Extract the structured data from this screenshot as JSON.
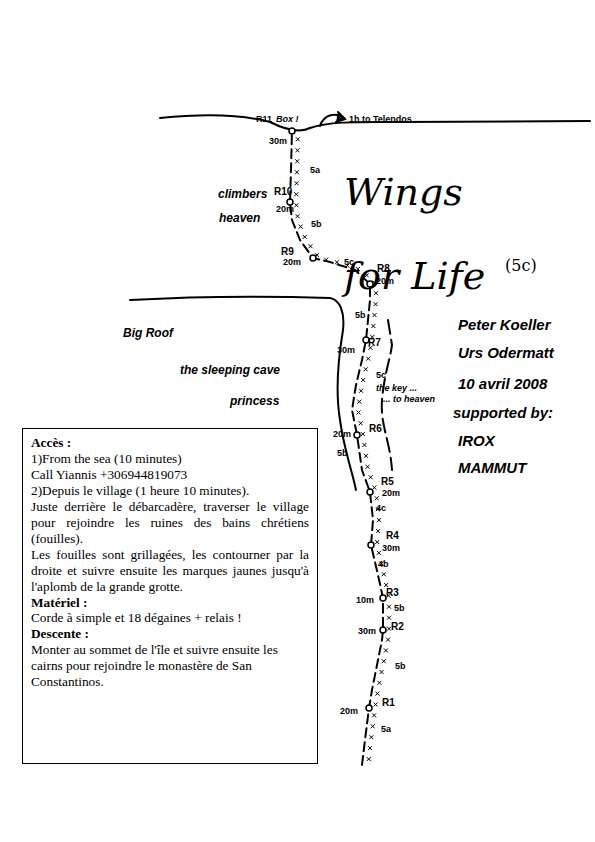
{
  "diagram": {
    "title": "Wings for Life",
    "nodes": [
      {
        "text": [
          "Accès :",
          "1)From the sea (10 minutes)",
          "Call Yiannis +306944819073",
          "2)Depuis le village (1 heure 10 minutes).",
          "Juste derrière le débarcadère, traverser le village pour rejoindre les ruines des bains chrétiens (fouilles).",
          "Les fouilles sont grillagées, les contourner par la droite et suivre ensuite les marques jaunes jusqu'à l'aplomb de la grande grotte.",
          "Matériel :",
          "Corde à simple et 18 dégaines + relais !",
          "Descente :",
          "Monter au sommet de l'île et suivre ensuite les cairns pour rejoindre le monastère de San Constantinos."
        ]
      }
    ],
    "labels": [
      "(5c)",
      "R11",
      "Box !",
      "1h to Telendos",
      "30m",
      "5a",
      "climbers",
      "heaven",
      "R10",
      "20m",
      "5b",
      "R9",
      "20m",
      "5c",
      "R8",
      "20m",
      "5b",
      "R7",
      "30m",
      "5c",
      "the key ...",
      "... to heaven",
      "Big Roof",
      "the sleeping cave",
      "princess",
      "20m",
      "R6",
      "5b",
      "R5",
      "20m",
      "4c",
      "R4",
      "30m",
      "4b",
      "R3",
      "10m",
      "5b",
      "R2",
      "30m",
      "5b",
      "R1",
      "20m",
      "5a",
      "Peter Koeller",
      "Urs Odermatt",
      "10 avril 2008",
      "supported by:",
      "IROX",
      "MAMMUT"
    ]
  }
}
